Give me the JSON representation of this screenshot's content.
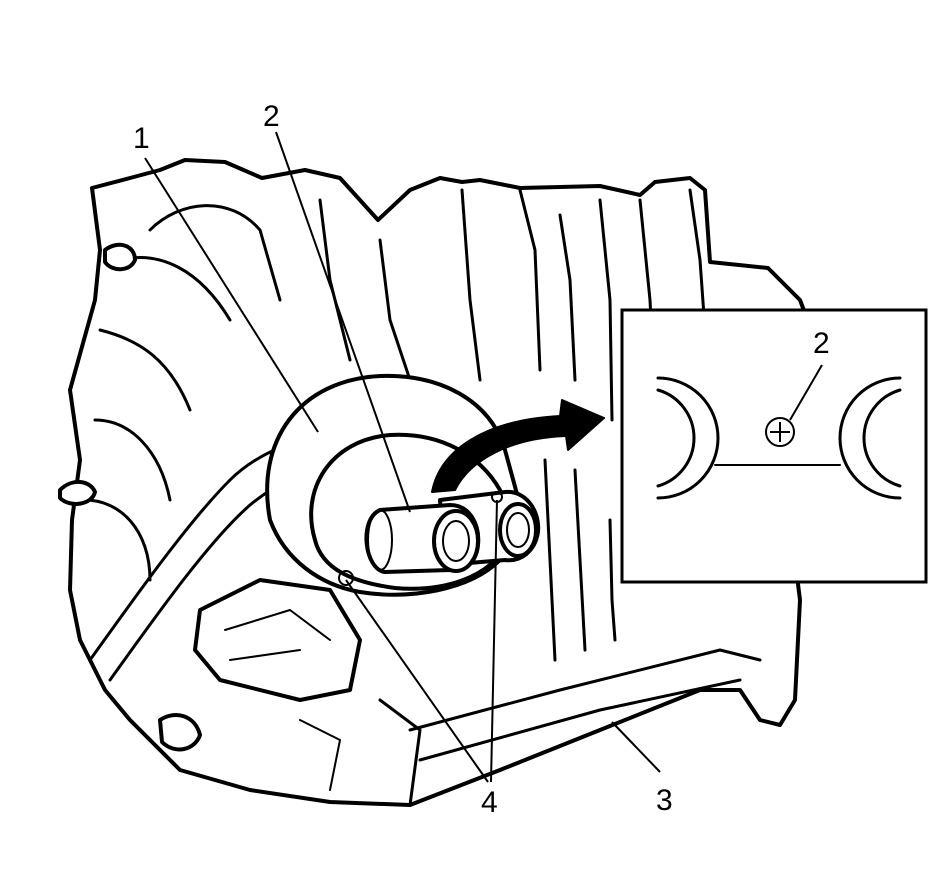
{
  "callouts": {
    "c1": "1",
    "c2": "2",
    "c3": "3",
    "c4": "4",
    "inset_c2": "2"
  },
  "icons": {
    "rotation_arrow": "curved-arrow-icon",
    "alignment_mark": "plus-circle-icon"
  },
  "colors": {
    "line": "#000000",
    "background": "#ffffff"
  }
}
